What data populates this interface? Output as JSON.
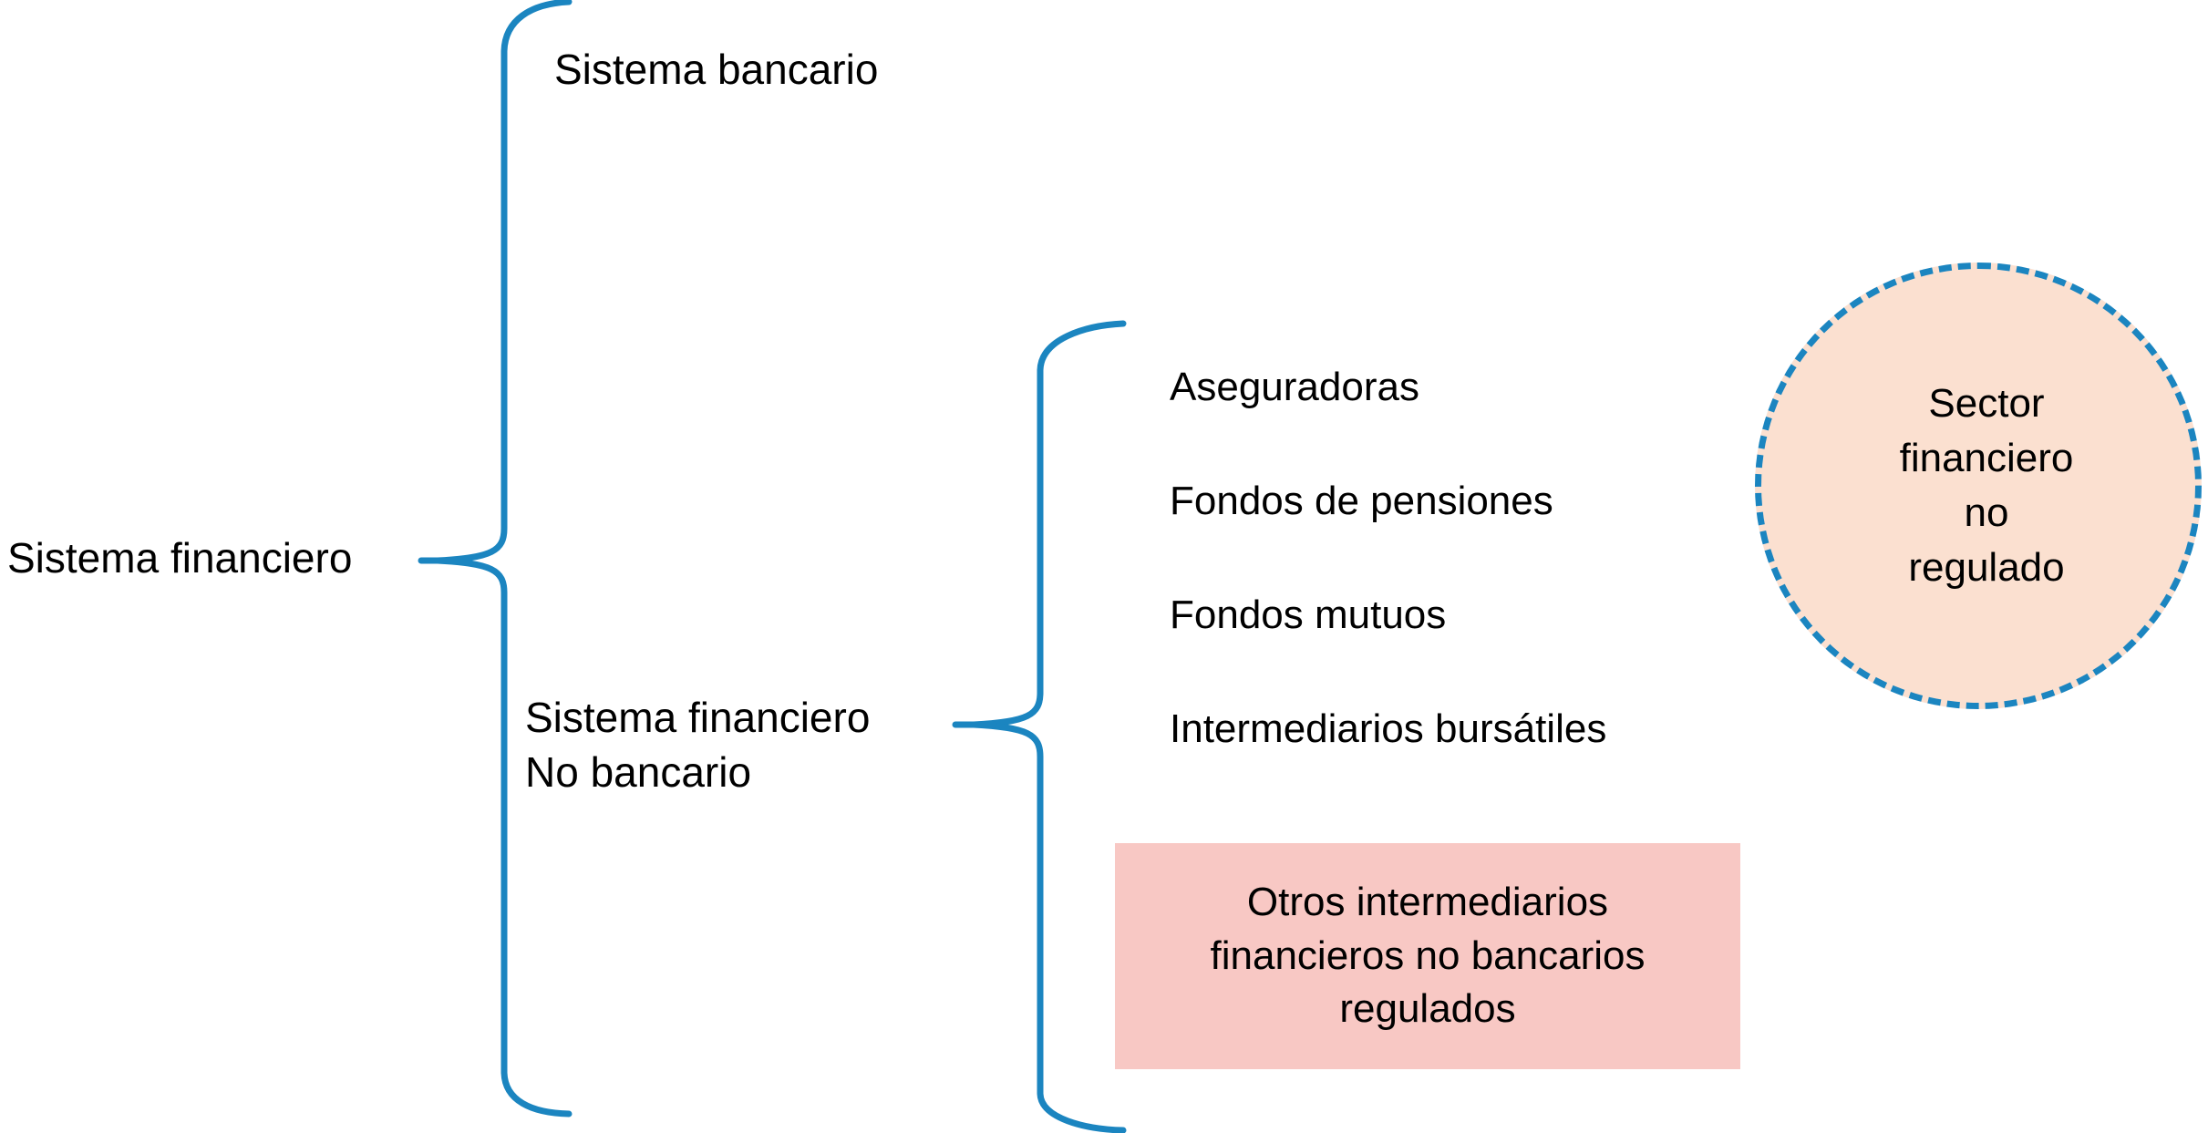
{
  "diagram": {
    "title": "Sistema financiero",
    "accent_color": "#1B85C0",
    "root": {
      "label": "Sistema financiero"
    },
    "branches": [
      {
        "id": "sistema-bancario",
        "label": "Sistema bancario"
      },
      {
        "id": "sistema-financiero-no-bancario",
        "label": "Sistema financiero\nNo bancario"
      }
    ],
    "leaves": [
      {
        "id": "aseguradoras",
        "label": "Aseguradoras"
      },
      {
        "id": "fondos-de-pensiones",
        "label": "Fondos de pensiones"
      },
      {
        "id": "fondos-mutuos",
        "label": "Fondos mutuos"
      },
      {
        "id": "intermediarios-bursatiles",
        "label": "Intermediarios bursátiles"
      }
    ],
    "regulated_box": {
      "label": "Otros intermediarios\nfinancieros no bancarios\nregulados",
      "fill_color": "#F8C8C4"
    },
    "unregulated_circle": {
      "label": "Sector\nfinanciero\nno\nregulado",
      "fill_color": "#FBE0D0",
      "border_color": "#1B85C0",
      "border_style": "dashed"
    }
  }
}
